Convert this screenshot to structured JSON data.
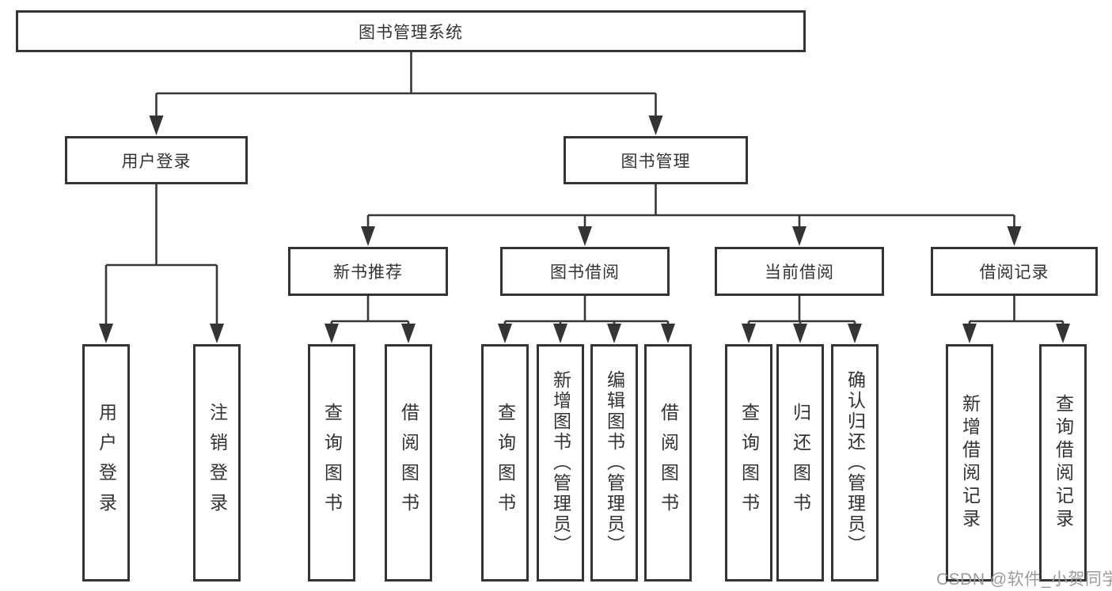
{
  "diagram": {
    "root": "图书管理系统",
    "level2": [
      "用户登录",
      "图书管理"
    ],
    "level3": [
      "新书推荐",
      "图书借阅",
      "当前借阅",
      "借阅记录"
    ],
    "leaves": {
      "user_login": [
        "用户登录",
        "注销登录"
      ],
      "new_book": [
        "查询图书",
        "借阅图书"
      ],
      "book_borrow": [
        "查询图书",
        "新增图书（管理员）",
        "编辑图书（管理员）",
        "借阅图书"
      ],
      "current_borrow": [
        "查询图书",
        "归还图书",
        "确认归还（管理员）"
      ],
      "borrow_record": [
        "新增借阅记录",
        "查询借阅记录"
      ]
    },
    "watermark": "CSDN @软件_小贺同学",
    "colors": {
      "line": "#383838",
      "box_border": "#343434",
      "text": "#333333",
      "watermark_text": "#9b9b9b",
      "background": "#ffffff"
    }
  }
}
